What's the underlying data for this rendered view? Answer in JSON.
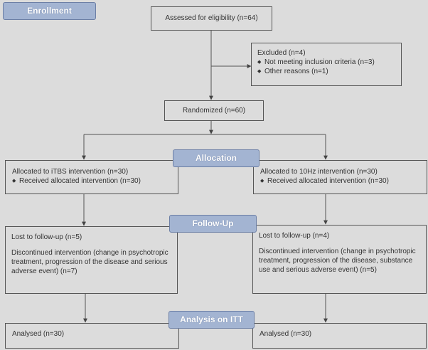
{
  "stages": {
    "enrollment": "Enrollment",
    "allocation": "Allocation",
    "followup": "Follow-Up",
    "analysis": "Analysis on ITT"
  },
  "assessed": "Assessed for eligibility (n=64)",
  "excluded": {
    "title": "Excluded  (n=4)",
    "items": [
      "Not  meeting inclusion criteria (n=3)",
      "Other reasons  (n=1)"
    ]
  },
  "randomized": "Randomized  (n=60)",
  "bullet_icon": "diamond-bullet",
  "left_arm": {
    "allocated": "Allocated to iTBS intervention  (n=30)",
    "received": "Received  allocated intervention  (n=30)",
    "lost": "Lost to follow-up  (n=5)",
    "discontinued": "Discontinued intervention  (change in psychotropic treatment,  progression  of the disease and serious adverse  event)  (n=7)",
    "analysed": "Analysed  (n=30)"
  },
  "right_arm": {
    "allocated": "Allocated to 10Hz intervention  (n=30)",
    "received": "Received  allocated intervention  (n=30)",
    "lost": "Lost to follow-up  (n=4)",
    "discontinued": "Discontinued intervention  (change  in psychotropic treatment,  progression  of the disease, substance use and serious adverse event)  (n=5)",
    "analysed": "Analysed  (n=30)"
  }
}
